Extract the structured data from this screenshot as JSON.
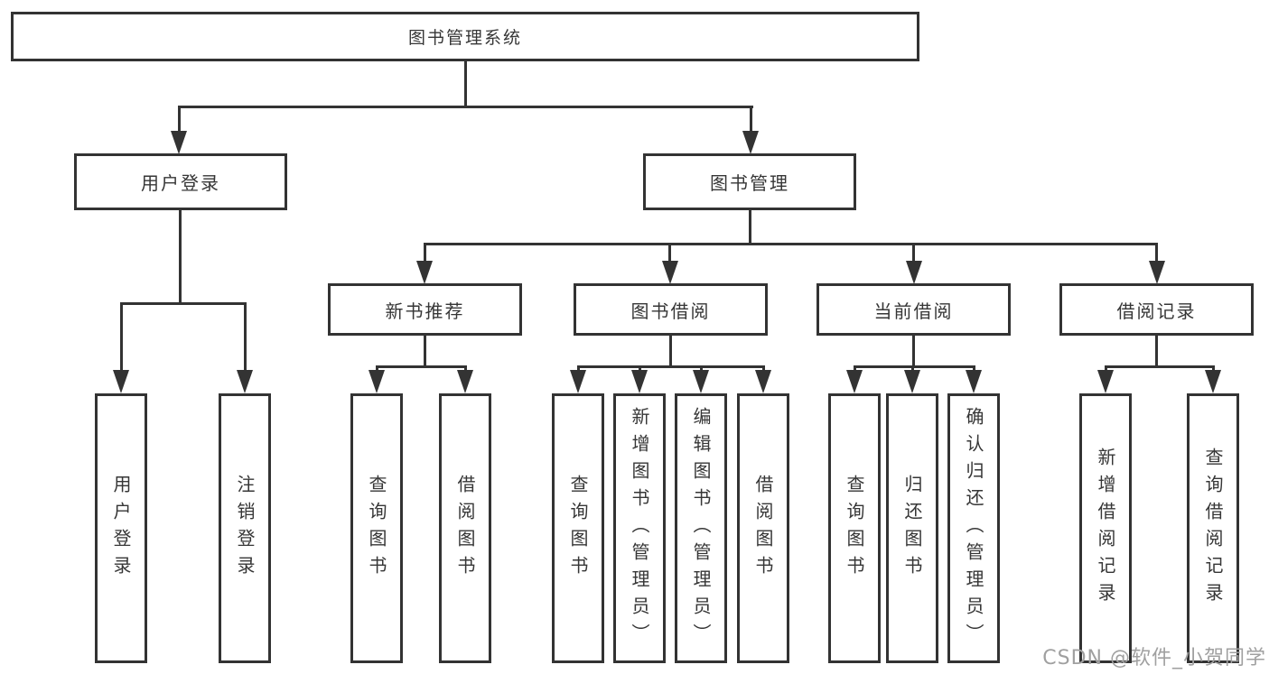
{
  "diagram_type": "functional-structure-tree",
  "tree": {
    "label": "图书管理系统",
    "children": [
      {
        "label": "用户登录",
        "children": [
          {
            "label": "用户登录"
          },
          {
            "label": "注销登录"
          }
        ]
      },
      {
        "label": "图书管理",
        "children": [
          {
            "label": "新书推荐",
            "children": [
              {
                "label": "查询图书"
              },
              {
                "label": "借阅图书"
              }
            ]
          },
          {
            "label": "图书借阅",
            "children": [
              {
                "label": "查询图书"
              },
              {
                "label": "新增图书（管理员）"
              },
              {
                "label": "编辑图书（管理员）"
              },
              {
                "label": "借阅图书"
              }
            ]
          },
          {
            "label": "当前借阅",
            "children": [
              {
                "label": "查询图书"
              },
              {
                "label": "归还图书"
              },
              {
                "label": "确认归还（管理员）"
              }
            ]
          },
          {
            "label": "借阅记录",
            "children": [
              {
                "label": "新增借阅记录"
              },
              {
                "label": "查询借阅记录"
              }
            ]
          }
        ]
      }
    ]
  },
  "watermark": {
    "text": "CSDN @软件_小贺同学"
  },
  "colors": {
    "line": "#333333",
    "text": "#363636",
    "watermark": "#a0a0a0",
    "background": "#ffffff"
  }
}
